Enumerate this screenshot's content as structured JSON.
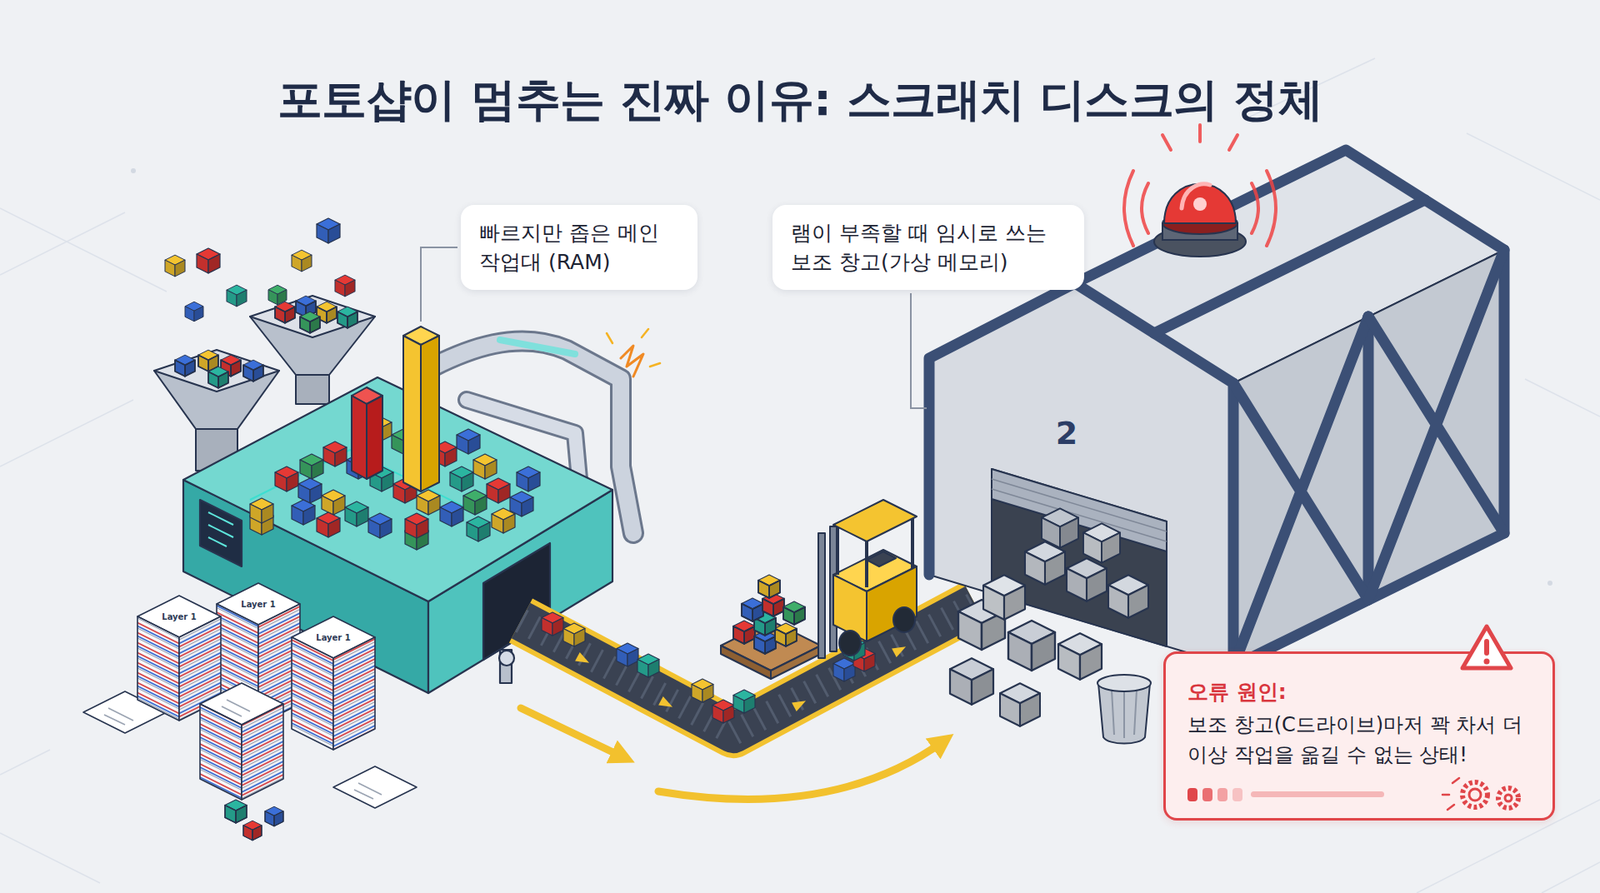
{
  "diagram": {
    "title": "포토샵이 멈추는 진짜 이유: 스크래치 디스크의 정체",
    "nodes": [
      {
        "text": [
          "빠르지만 좁은 메인 작업대 (RAM)"
        ]
      },
      {
        "text": [
          "램이 부족할 때 임시로 쓰는 보조 창고(가상 메모리)"
        ]
      },
      {
        "text": [
          "오류 원인:",
          "보조 창고(C드라이브)마저 꽉 차서 더 이상 작업을 옮길 수 없는 상태!"
        ]
      }
    ],
    "labels": [
      "2",
      "Layer 1",
      "Layer 1",
      "Layer 1"
    ]
  }
}
